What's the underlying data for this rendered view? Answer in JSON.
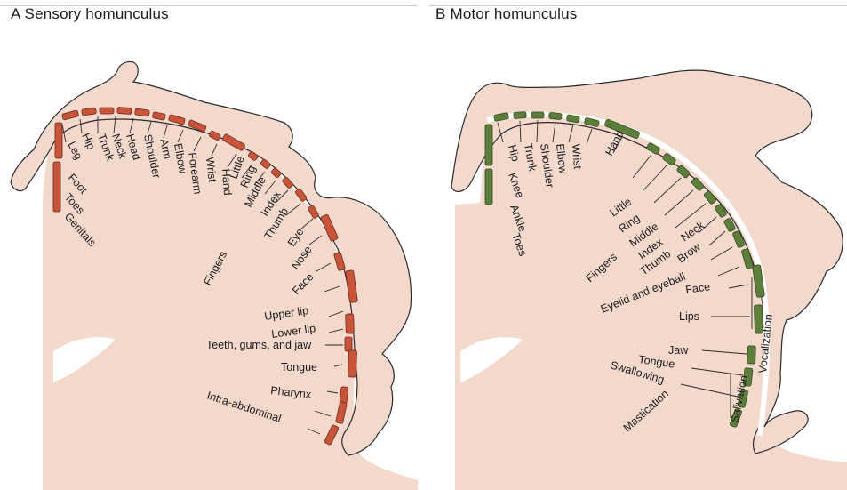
{
  "panels": [
    {
      "title": "A  Sensory homunculus",
      "labels": [
        "Leg",
        "Hip",
        "Trunk",
        "Neck",
        "Head",
        "Shoulder",
        "Arm",
        "Elbow",
        "Forearm",
        "Wrist",
        "Hand",
        "Little",
        "Ring",
        "Middle",
        "Index",
        "Thumb",
        "Eye",
        "Nose",
        "Face",
        "Upper lip",
        "Lower lip",
        "Teeth, gums, and jaw",
        "Tongue",
        "Pharynx",
        "Intra-abdominal",
        "Foot",
        "Toes",
        "Genitals",
        "Fingers"
      ],
      "strip_color": "#c8553a"
    },
    {
      "title": "B  Motor homunculus",
      "labels": [
        "Hip",
        "Knee",
        "Ankle",
        "Toes",
        "Trunk",
        "Shoulder",
        "Elbow",
        "Wrist",
        "Hand",
        "Little",
        "Ring",
        "Middle",
        "Index",
        "Thumb",
        "Neck",
        "Brow",
        "Eyelid and eyeball",
        "Face",
        "Lips",
        "Jaw",
        "Tongue",
        "Swallowing",
        "Vocalization",
        "Salivation",
        "Mastication",
        "Fingers"
      ],
      "strip_color": "#5e7f3c"
    }
  ],
  "colors": {
    "skin": "#f3d9cc",
    "outline": "#2a2a2a"
  }
}
